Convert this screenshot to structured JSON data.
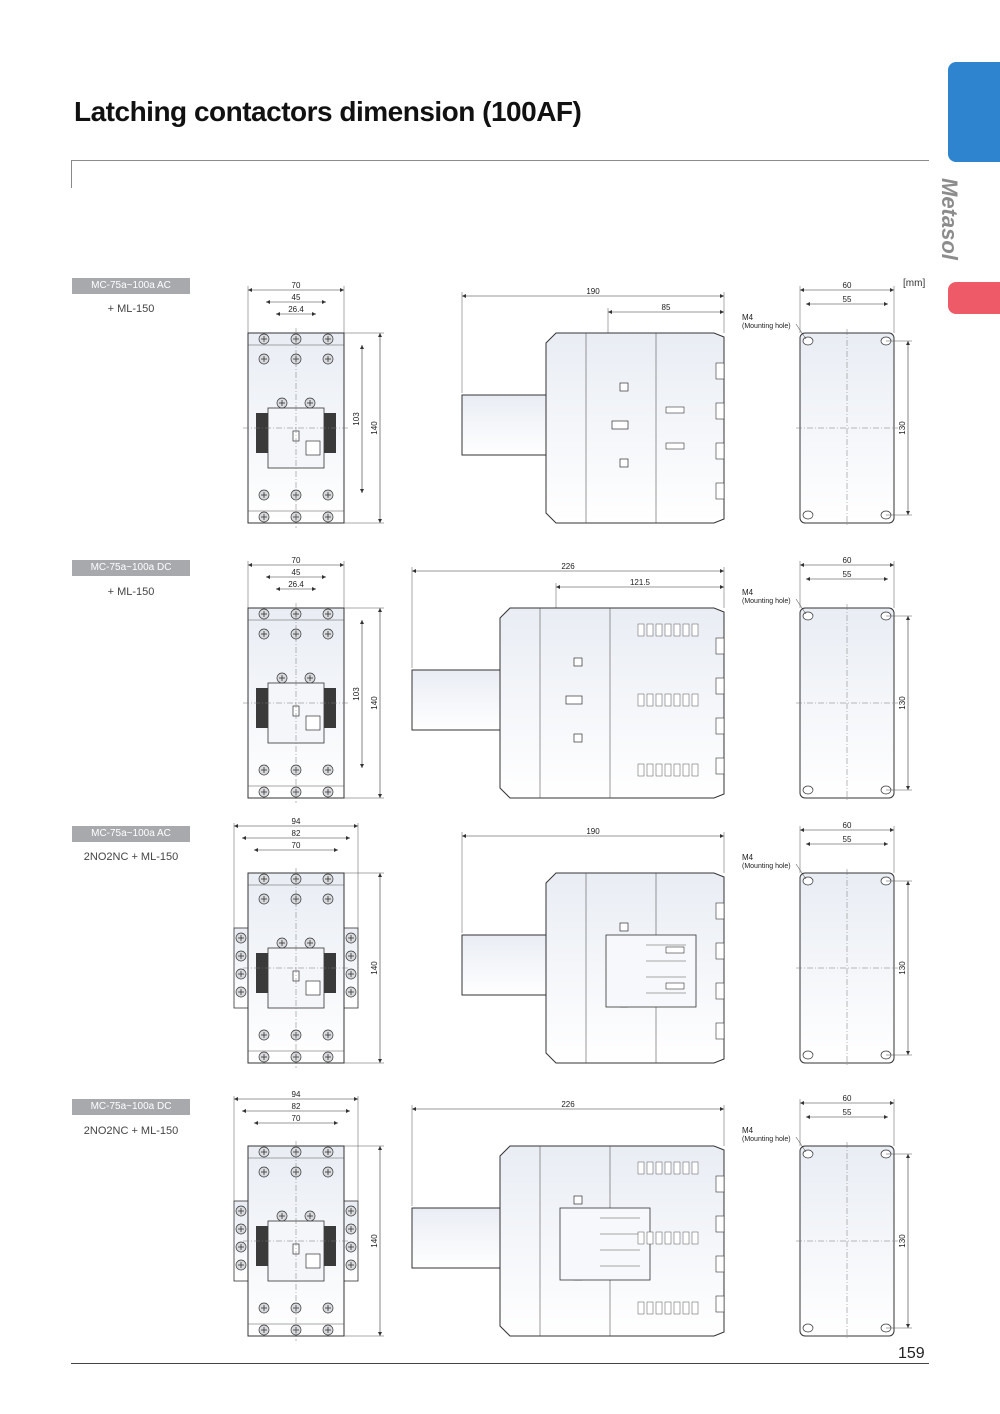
{
  "header": {
    "title": "Latching contactors dimension (100AF)",
    "brand": "Metasol",
    "unit": "[mm]"
  },
  "rows": [
    {
      "badge": "MC-75a~100a AC",
      "subtitle": "+ ML-150",
      "front": {
        "w_outer": "70",
        "w_mid": "45",
        "w_inner": "26.4",
        "h_inner": "103",
        "h_outer": "140"
      },
      "side": {
        "length": "190",
        "partial": "85"
      },
      "mount": {
        "width": "60",
        "hole_spacing": "55",
        "height": "130",
        "hole_label": "M4",
        "hole_note": "(Mounting hole)"
      }
    },
    {
      "badge": "MC-75a~100a DC",
      "subtitle": "+ ML-150",
      "front": {
        "w_outer": "70",
        "w_mid": "45",
        "w_inner": "26.4",
        "h_inner": "103",
        "h_outer": "140"
      },
      "side": {
        "length": "226",
        "partial": "121.5"
      },
      "mount": {
        "width": "60",
        "hole_spacing": "55",
        "height": "130",
        "hole_label": "M4",
        "hole_note": "(Mounting hole)"
      }
    },
    {
      "badge": "MC-75a~100a AC",
      "subtitle": "2NO2NC + ML-150",
      "front": {
        "w_outer": "94",
        "w_mid": "82",
        "w_inner": "70",
        "h_outer": "140"
      },
      "side": {
        "length": "190"
      },
      "mount": {
        "width": "60",
        "hole_spacing": "55",
        "height": "130",
        "hole_label": "M4",
        "hole_note": "(Mounting hole)"
      }
    },
    {
      "badge": "MC-75a~100a DC",
      "subtitle": "2NO2NC + ML-150",
      "front": {
        "w_outer": "94",
        "w_mid": "82",
        "w_inner": "70",
        "h_outer": "140"
      },
      "side": {
        "length": "226"
      },
      "mount": {
        "width": "60",
        "hole_spacing": "55",
        "height": "130",
        "hole_label": "M4",
        "hole_note": "(Mounting hole)"
      }
    }
  ],
  "footer": {
    "page_number": "159"
  }
}
